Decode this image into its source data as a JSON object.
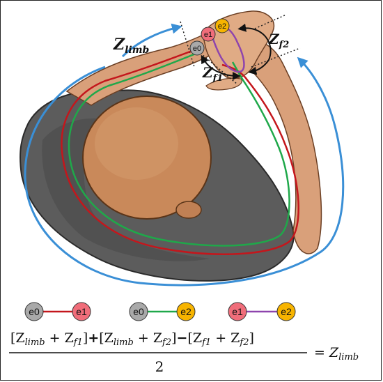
{
  "figure": {
    "nodes": {
      "e0": "e0",
      "e1": "e1",
      "e2": "e2"
    },
    "labels": {
      "z_limb_top": "Z",
      "z_limb_top_sub": "limb",
      "z_f1": "Z",
      "z_f1_sub": "f1",
      "z_f2": "Z",
      "z_f2_sub": "f2"
    },
    "formula": {
      "pairs": [
        {
          "from": "e0",
          "to": "e1"
        },
        {
          "from": "e0",
          "to": "e2"
        },
        {
          "from": "e1",
          "to": "e2"
        }
      ],
      "term1": "[Z",
      "term1_sub1": "limb",
      "term1_mid": " + Z",
      "term1_sub2": "f1",
      "term1_end": "]",
      "op1": "+",
      "term2": "[Z",
      "term2_sub1": "limb",
      "term2_mid": " + Z",
      "term2_sub2": "f2",
      "term2_end": "]",
      "op2": "−",
      "term3": "[Z",
      "term3_sub1": "f1",
      "term3_mid": " + Z",
      "term3_sub2": "f2",
      "term3_end": "]",
      "denominator": "2",
      "equals": "=",
      "result": "Z",
      "result_sub": "limb"
    },
    "colors": {
      "e0_fill": "#a9a9a9",
      "e1_fill": "#f06d7a",
      "e2_fill": "#f7b400",
      "path_e0_e1": "#c4161c",
      "path_e0_e2": "#1fa84a",
      "path_e1_e2": "#8e44ad",
      "arrow_limb": "#3a8fd6",
      "shirt": "#5a5a5a",
      "skin": "#d9a07a",
      "head": "#c9895a"
    }
  }
}
